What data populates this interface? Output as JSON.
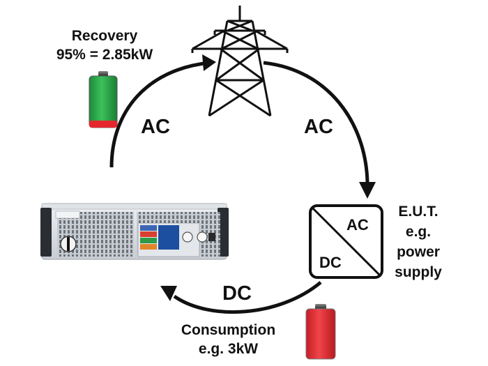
{
  "recovery": {
    "title": "Recovery",
    "value": "95% = 2.85kW"
  },
  "links": {
    "ac_left": "AC",
    "ac_right": "AC",
    "dc_bottom": "DC"
  },
  "eut_box": {
    "ac": "AC",
    "dc": "DC"
  },
  "eut_note": {
    "line1": "E.U.T.",
    "line2": "e.g.",
    "line3": "power",
    "line4": "supply"
  },
  "consumption": {
    "title": "Consumption",
    "value": "e.g. 3kW"
  },
  "colors": {
    "battery_green": "#25a244",
    "battery_red": "#e6262d",
    "line": "#111111",
    "device_panel": "#d9dde3"
  },
  "icons": {
    "tower": "power-transmission-tower-icon",
    "battery_full": "battery-full-icon",
    "battery_empty": "battery-empty-icon",
    "converter": "ac-dc-converter-icon",
    "device": "regenerative-dc-load-device-image"
  }
}
